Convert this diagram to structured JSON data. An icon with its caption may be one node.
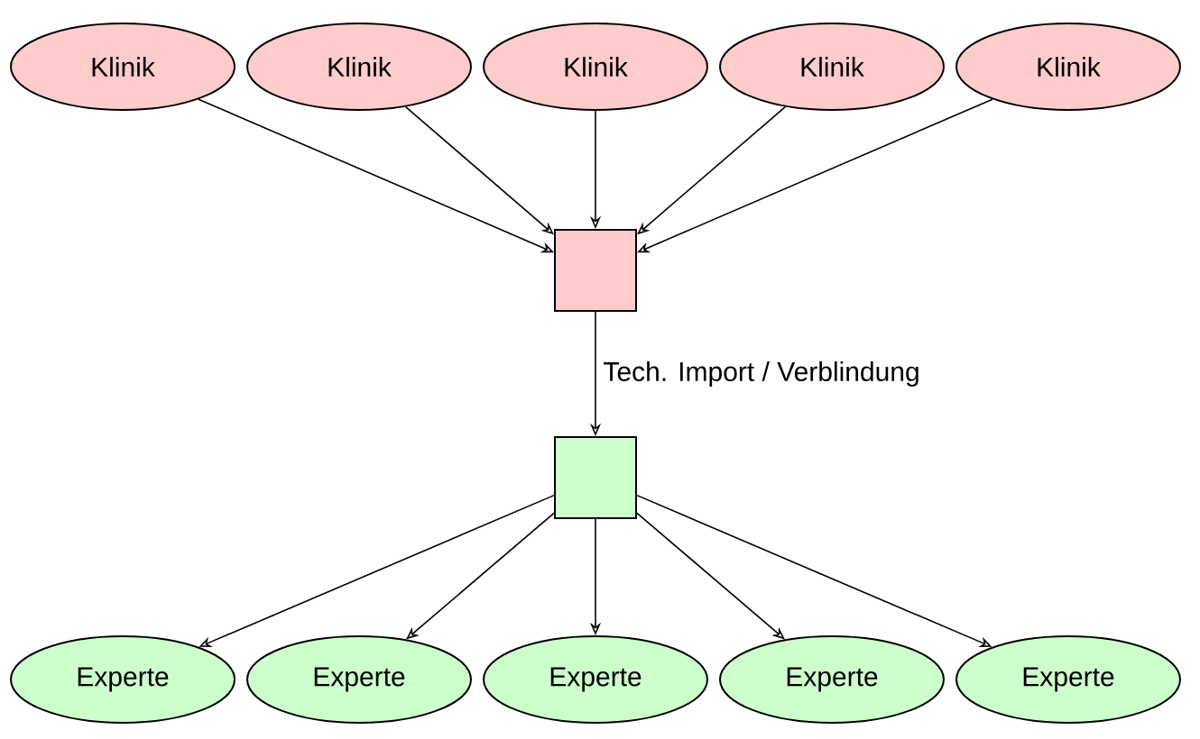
{
  "diagram": {
    "nodes": [
      {
        "text": [
          "Klinik"
        ]
      },
      {
        "text": [
          "Klinik"
        ]
      },
      {
        "text": [
          "Klinik"
        ]
      },
      {
        "text": [
          "Klinik"
        ]
      },
      {
        "text": [
          "Klinik"
        ]
      },
      {
        "text": [],
        "shape": "box"
      },
      {
        "text": [],
        "shape": "box"
      },
      {
        "text": [
          "Experte"
        ]
      },
      {
        "text": [
          "Experte"
        ]
      },
      {
        "text": [
          "Experte"
        ]
      },
      {
        "text": [
          "Experte"
        ]
      },
      {
        "text": [
          "Experte"
        ]
      }
    ],
    "edges": [
      {
        "from": 0,
        "to": 5,
        "arrow": "to"
      },
      {
        "from": 1,
        "to": 5,
        "arrow": "to"
      },
      {
        "from": 2,
        "to": 5,
        "arrow": "to"
      },
      {
        "from": 3,
        "to": 5,
        "arrow": "to"
      },
      {
        "from": 4,
        "to": 5,
        "arrow": "to"
      },
      {
        "from": 5,
        "to": 6,
        "arrow": "to",
        "label": "Tech. Import / Verblindung"
      },
      {
        "from": 6,
        "to": 7,
        "arrow": "to"
      },
      {
        "from": 6,
        "to": 8,
        "arrow": "to"
      },
      {
        "from": 6,
        "to": 9,
        "arrow": "to"
      },
      {
        "from": 6,
        "to": 10,
        "arrow": "to"
      },
      {
        "from": 6,
        "to": 11,
        "arrow": "to"
      }
    ]
  }
}
